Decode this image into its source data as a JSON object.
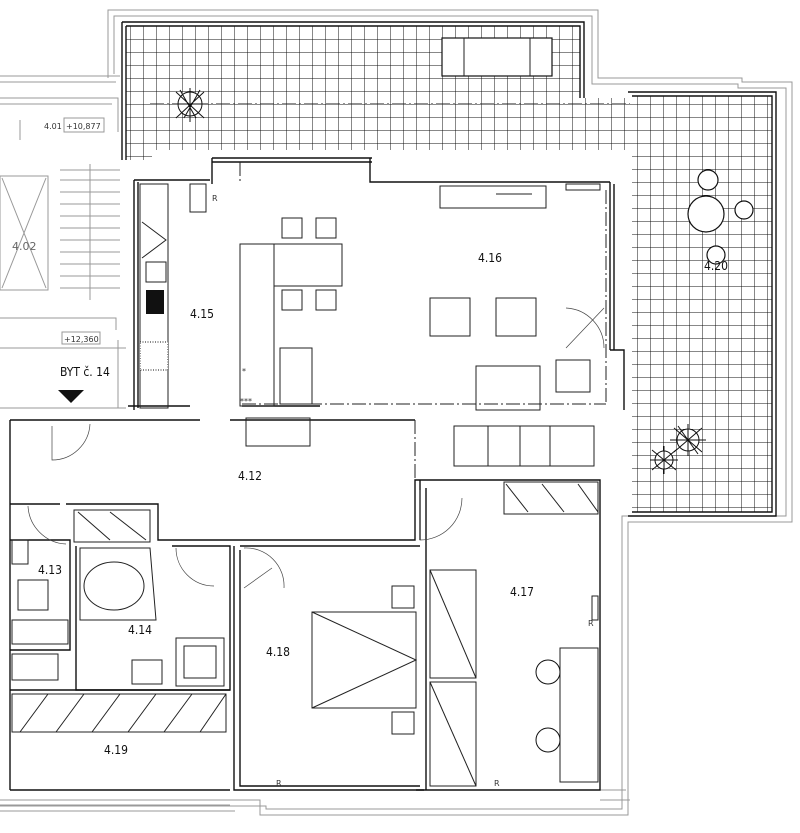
{
  "apartment": {
    "label": "BYT  č. 14"
  },
  "levels": {
    "upper": "+10,877",
    "lower": "+12,360",
    "stair_room": "4.01"
  },
  "rooms": {
    "r402": "4.02",
    "r412": "4.12",
    "r413": "4.13",
    "r414": "4.14",
    "r415": "4.15",
    "r416": "4.16",
    "r417": "4.17",
    "r418": "4.18",
    "r419": "4.19",
    "r420": "4.20"
  },
  "marks": {
    "radiator": "R",
    "single_star": "*",
    "triple_star": "***"
  },
  "colors": {
    "ink": "#111111",
    "grey": "#999999",
    "background": "#ffffff"
  }
}
